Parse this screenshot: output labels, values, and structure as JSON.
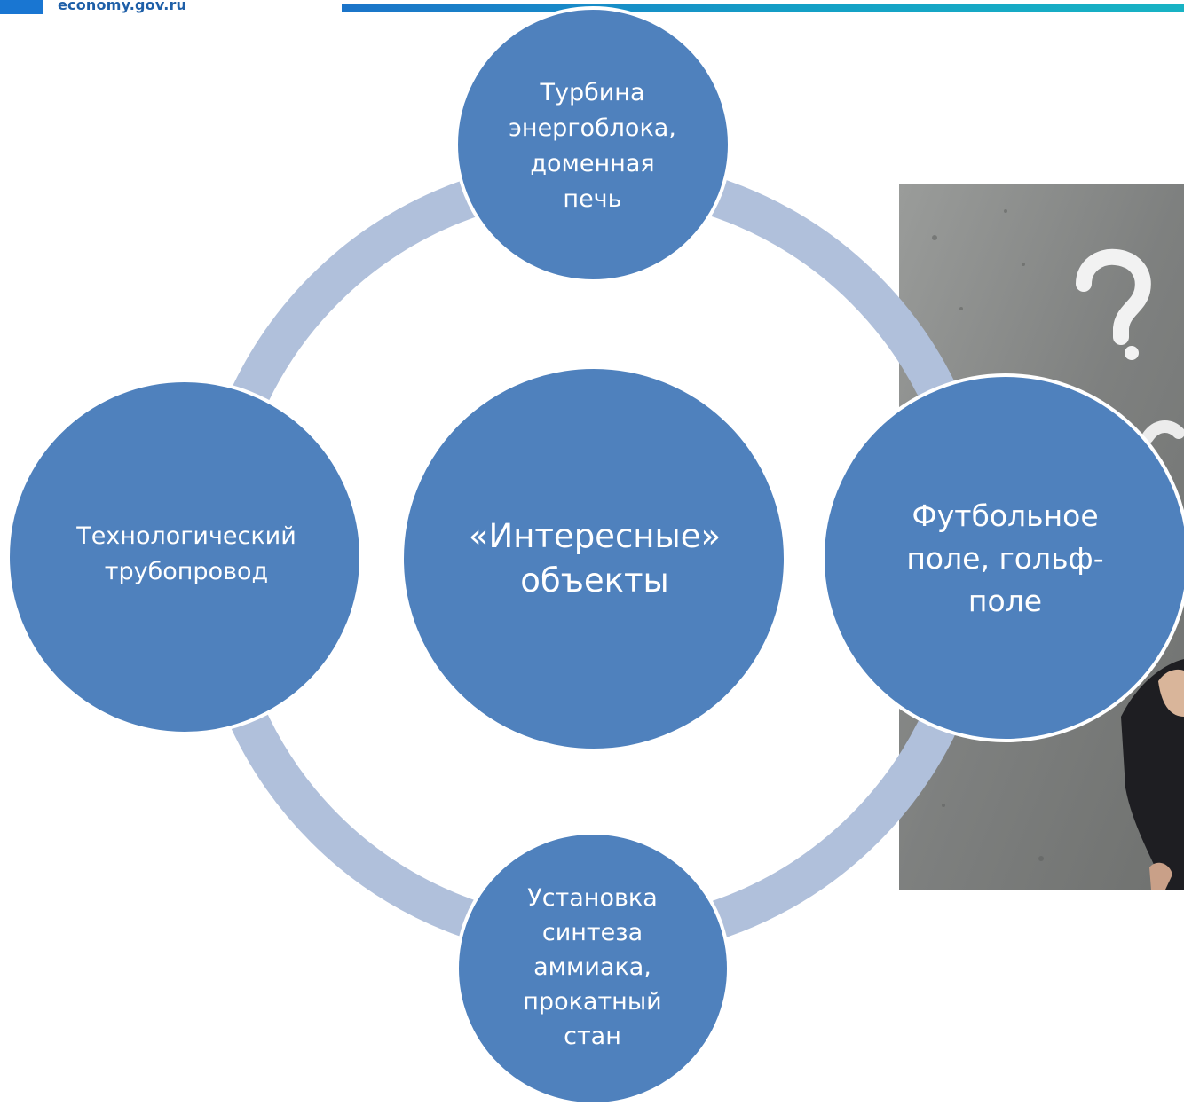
{
  "header": {
    "site_url": "economy.gov.ru"
  },
  "colors": {
    "node_fill": "#4f81bd",
    "ring_fill": "#b0c0db",
    "node_border": "#ffffff",
    "top_bar_start": "#1b74c9",
    "top_bar_end": "#18b3c4",
    "logo_block": "#1976d2"
  },
  "diagram": {
    "center": {
      "label": "«Интересные»\nобъекты"
    },
    "nodes": {
      "top": {
        "label": "Турбина\nэнергоблока,\nдоменная\nпечь"
      },
      "left": {
        "label": "Технологический\nтрубопровод"
      },
      "right": {
        "label": "Футбольное\nполе, гольф-\nполе"
      },
      "bottom": {
        "label": "Установка\nсинтеза\nаммиака,\nпрокатный\nстан"
      }
    }
  },
  "photo": {
    "icon": "question-mark-icon"
  }
}
